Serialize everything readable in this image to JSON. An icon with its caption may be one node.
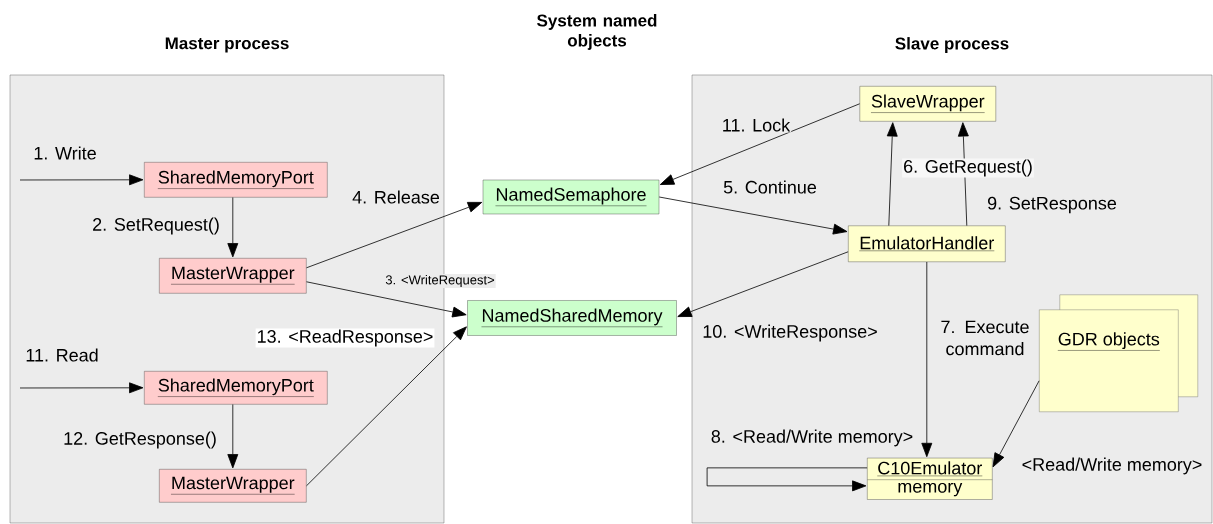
{
  "diagram": {
    "nodes": [
      {
        "text": [
          "Master process"
        ]
      },
      {
        "text": [
          "Slave process"
        ]
      },
      {
        "text": [
          "SharedMemoryPort"
        ],
        "in": 0
      },
      {
        "text": [
          "MasterWrapper"
        ],
        "in": 0
      },
      {
        "text": [
          "SharedMemoryPort"
        ],
        "in": 0
      },
      {
        "text": [
          "MasterWrapper"
        ],
        "in": 0
      },
      {
        "text": [
          "NamedSemaphore"
        ]
      },
      {
        "text": [
          "NamedSharedMemory"
        ]
      },
      {
        "text": [
          "SlaveWrapper"
        ],
        "in": 1
      },
      {
        "text": [
          "EmulatorHandler"
        ],
        "in": 1
      },
      {
        "text": [
          "C10Emulator",
          "memory"
        ],
        "in": 1
      },
      {
        "text": [
          "GDR objects"
        ],
        "in": 1
      }
    ],
    "edges": [
      {
        "from": null,
        "to": 2,
        "arrow": "to",
        "label": "1. Write"
      },
      {
        "from": 2,
        "to": 3,
        "arrow": "to",
        "label": "2. SetRequest()"
      },
      {
        "from": 3,
        "to": 6,
        "arrow": "to",
        "label": "4. Release"
      },
      {
        "from": 3,
        "to": 7,
        "arrow": "to",
        "label": "3. <WriteRequest>"
      },
      {
        "from": 8,
        "to": 6,
        "arrow": "to",
        "label": "11. Lock"
      },
      {
        "from": 6,
        "to": 9,
        "arrow": "to",
        "label": "5. Continue"
      },
      {
        "from": 9,
        "to": 8,
        "arrow": "to",
        "label": "6. GetRequest()"
      },
      {
        "from": 9,
        "to": 8,
        "arrow": "to",
        "label": "9. SetResponse"
      },
      {
        "from": 9,
        "to": 7,
        "arrow": "to",
        "label": "10. <WriteResponse>"
      },
      {
        "from": 9,
        "to": 10,
        "arrow": "to",
        "label": "7. Execute command"
      },
      {
        "from": 10,
        "to": 10,
        "arrow": "to",
        "label": "8. <Read/Write memory>"
      },
      {
        "from": 11,
        "to": 10,
        "arrow": "to",
        "label": "<Read/Write memory>"
      },
      {
        "from": null,
        "to": 4,
        "arrow": "to",
        "label": "11. Read"
      },
      {
        "from": 4,
        "to": 5,
        "arrow": "to",
        "label": "12. GetResponse()"
      },
      {
        "from": 5,
        "to": 7,
        "arrow": "to",
        "label": "13. <ReadResponse>"
      }
    ],
    "labels": [
      "System named objects"
    ]
  }
}
